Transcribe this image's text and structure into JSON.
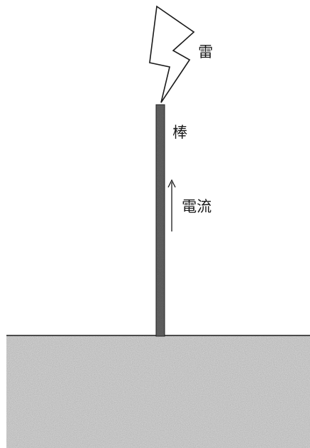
{
  "labels": {
    "lightning": "雷",
    "rod": "棒",
    "current": "電流"
  },
  "colors": {
    "ink": "#1a1a1a",
    "rod": "#4a4a4a",
    "ground": "#c9c9c9"
  }
}
